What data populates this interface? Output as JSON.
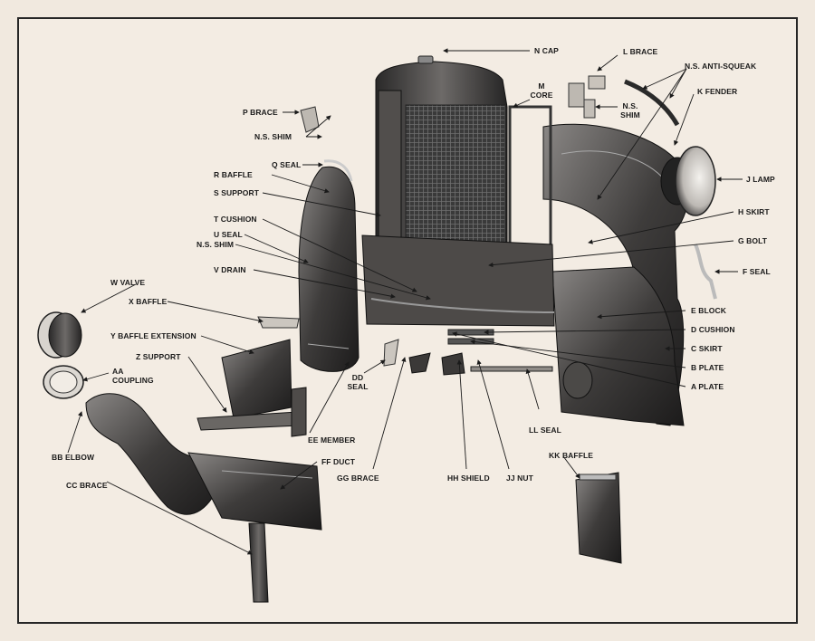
{
  "labels": {
    "n_cap": "N CAP",
    "l_brace": "L BRACE",
    "ns_anti_squeak": "N.S. ANTI-SQUEAK",
    "m_core": [
      "M",
      "CORE"
    ],
    "k_fender": "K FENDER",
    "ns_shim_right": [
      "N.S.",
      "SHIM"
    ],
    "p_brace": "P BRACE",
    "ns_shim_left": "N.S. SHIM",
    "q_seal": "Q SEAL",
    "r_baffle": "R BAFFLE",
    "j_lamp": "J LAMP",
    "s_support": "S SUPPORT",
    "t_cushion": "T CUSHION",
    "h_skirt": "H SKIRT",
    "u_seal": "U SEAL",
    "ns_shim_mid": "N.S. SHIM",
    "g_bolt": "G BOLT",
    "v_drain": "V DRAIN",
    "f_seal": "F SEAL",
    "w_valve": "W VALVE",
    "x_baffle": "X BAFFLE",
    "e_block": "E BLOCK",
    "d_cushion": "D CUSHION",
    "y_baffle_extension": "Y BAFFLE EXTENSION",
    "c_skirt": "C SKIRT",
    "z_support": "Z SUPPORT",
    "b_plate": "B PLATE",
    "aa_coupling": [
      "AA",
      "COUPLING"
    ],
    "dd_seal": [
      "DD",
      "SEAL"
    ],
    "a_plate": "A PLATE",
    "ll_seal": "LL SEAL",
    "ee_member": "EE MEMBER",
    "bb_elbow": "BB ELBOW",
    "kk_baffle": "KK BAFFLE",
    "ff_duct": "FF DUCT",
    "gg_brace": "GG BRACE",
    "hh_shield": "HH SHIELD",
    "jj_nut": "JJ NUT",
    "cc_brace": "CC BRACE"
  }
}
